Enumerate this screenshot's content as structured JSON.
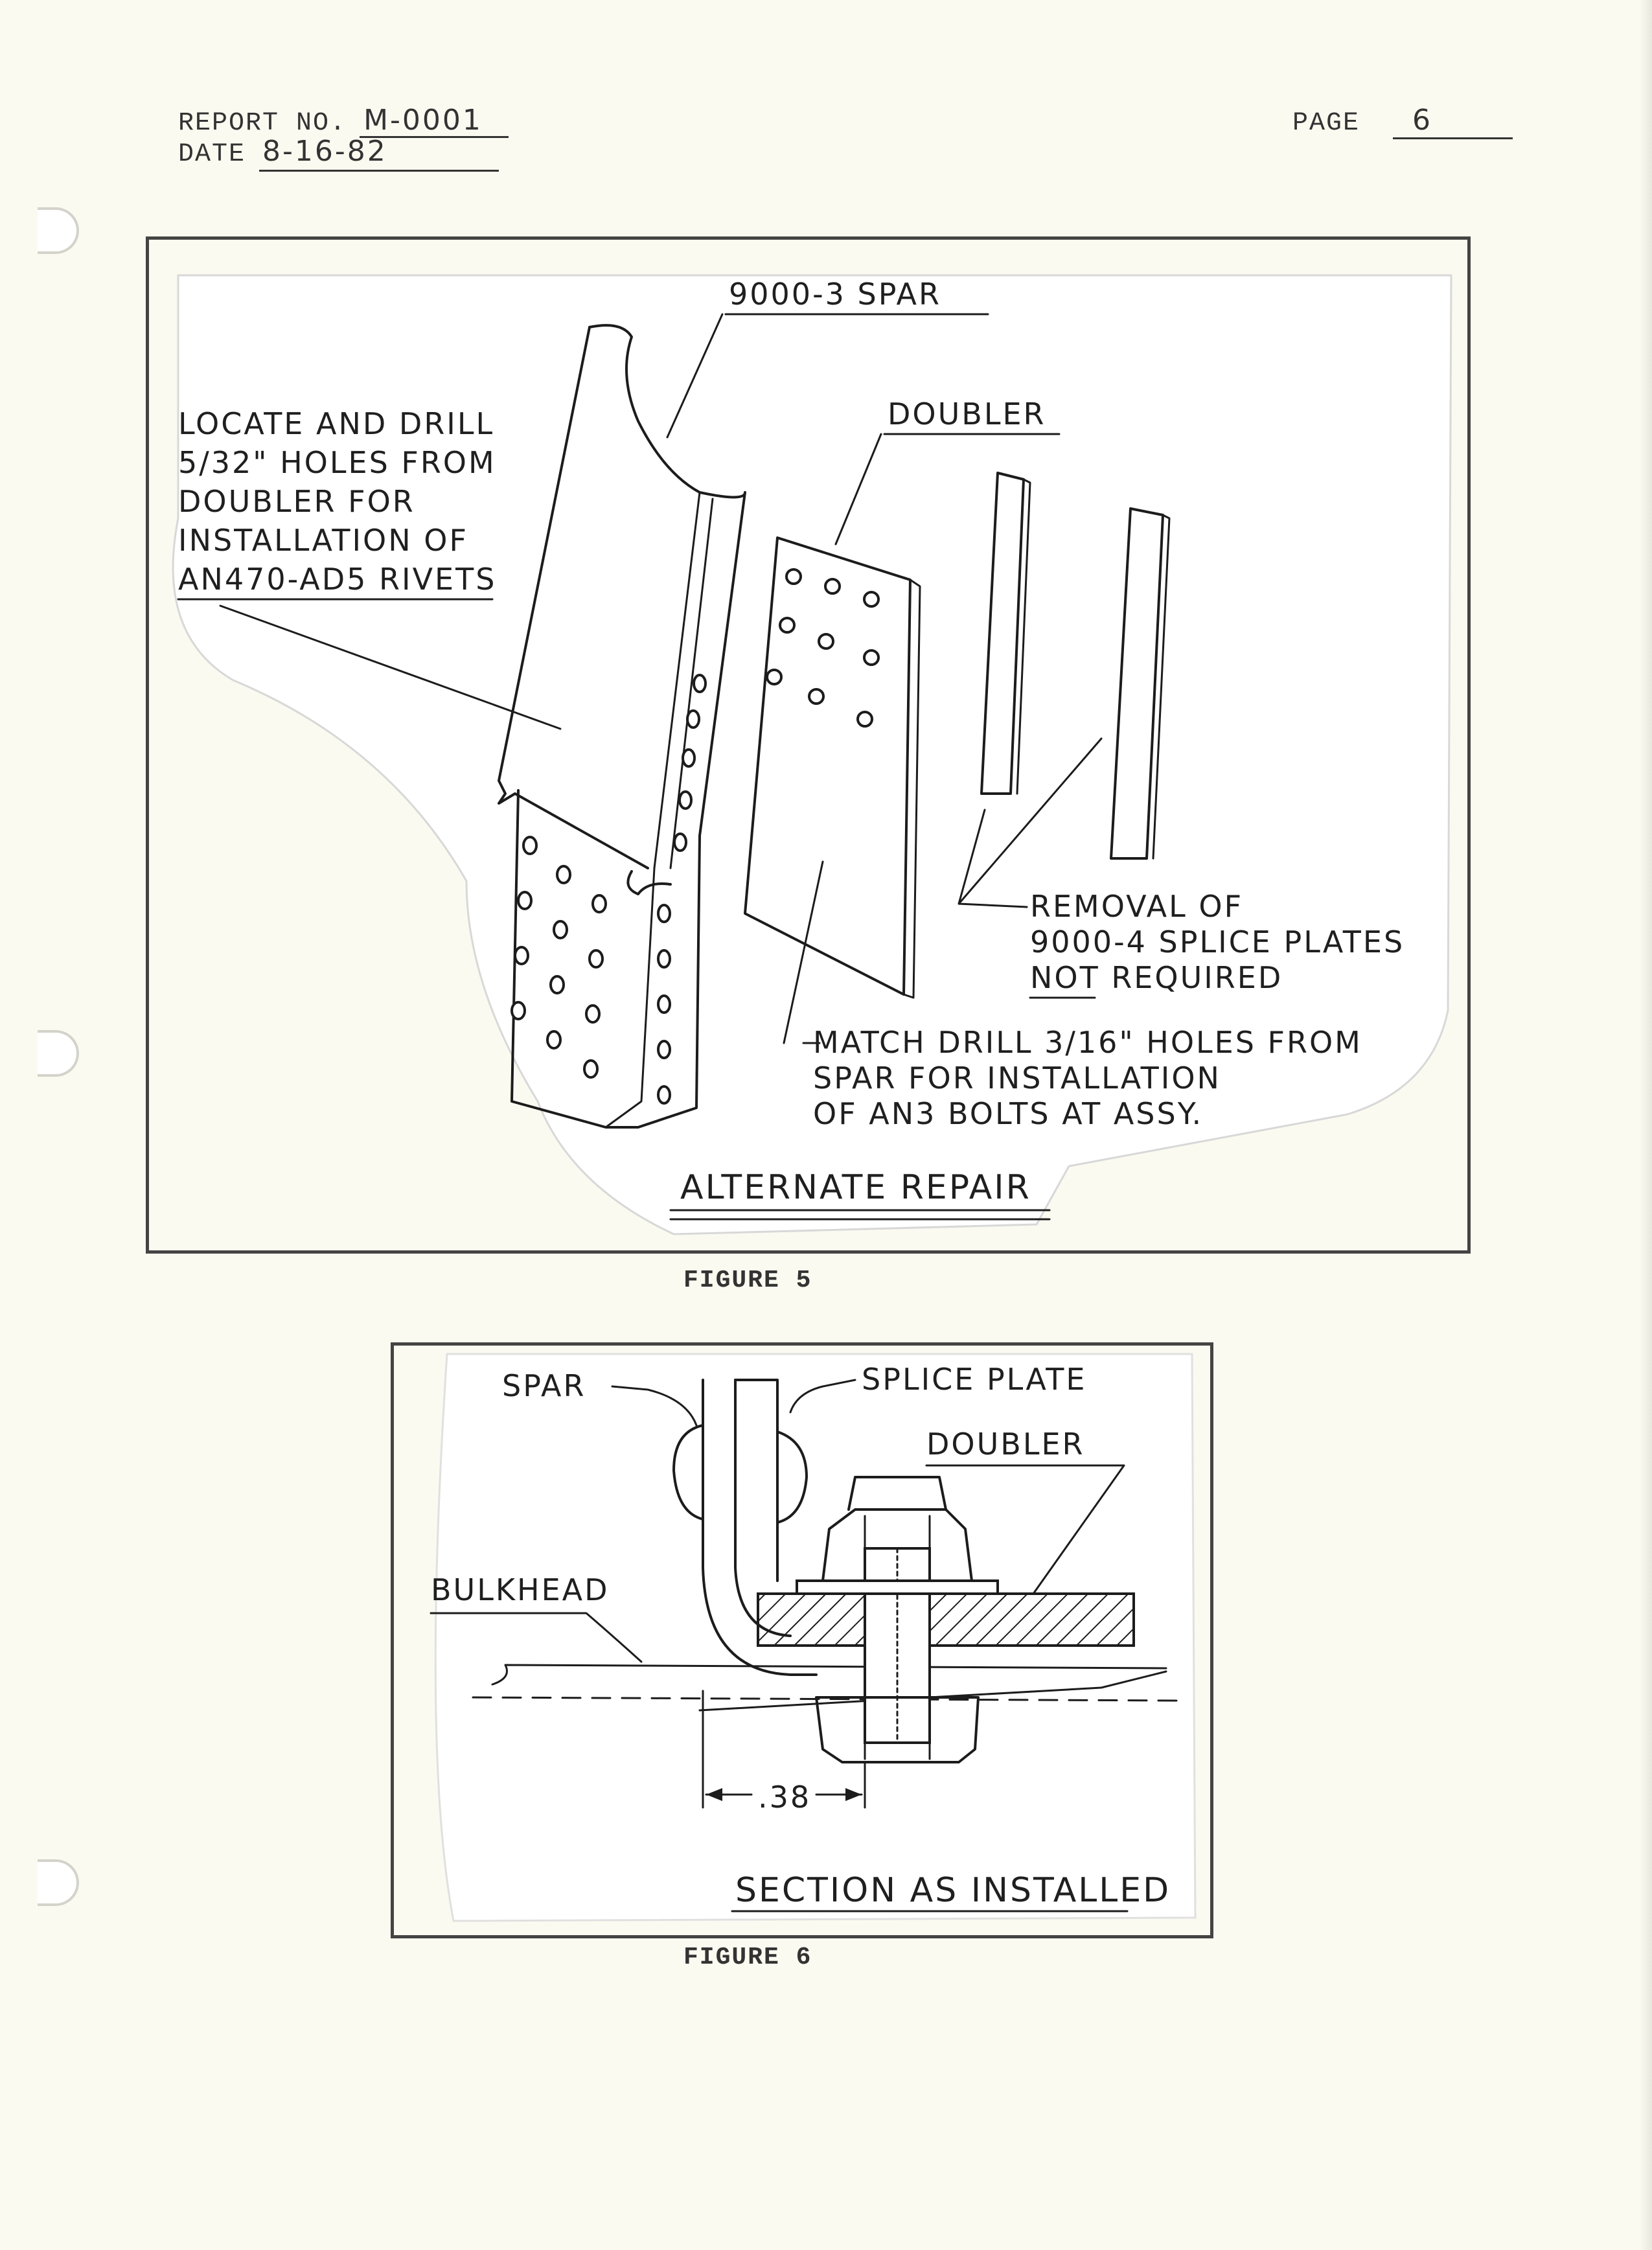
{
  "header": {
    "report_label": "REPORT NO.",
    "report_number": "M-0001",
    "date_label": "DATE",
    "date_value": "8-16-82",
    "page_label": "PAGE",
    "page_number": "6"
  },
  "figure5": {
    "caption": "FIGURE 5",
    "spar_label": "9000-3 SPAR",
    "doubler_label": "DOUBLER",
    "locate_note": [
      "LOCATE AND DRILL",
      "5/32\" HOLES FROM",
      "DOUBLER FOR",
      "INSTALLATION OF",
      "AN470-AD5 RIVETS"
    ],
    "removal_note": [
      "REMOVAL OF",
      "9000-4 SPLICE PLATES",
      "NOT REQUIRED"
    ],
    "match_note": [
      "MATCH DRILL 3/16\" HOLES FROM",
      "SPAR FOR INSTALLATION",
      "OF AN3 BOLTS AT ASSY."
    ],
    "title": "ALTERNATE REPAIR"
  },
  "figure6": {
    "caption": "FIGURE 6",
    "spar_label": "SPAR",
    "splice_label": "SPLICE PLATE",
    "doubler_label": "DOUBLER",
    "bulkhead_label": "BULKHEAD",
    "dimension": ".38",
    "title": "SECTION AS INSTALLED"
  }
}
